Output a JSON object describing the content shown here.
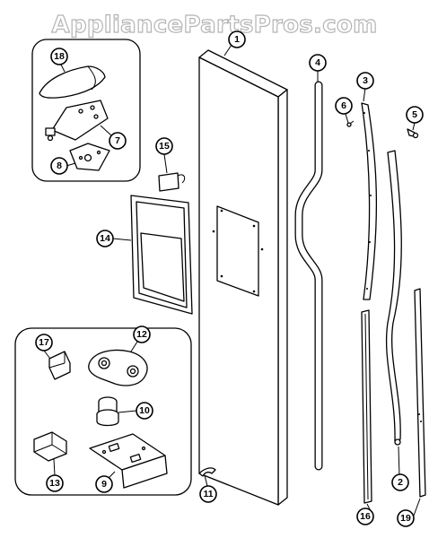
{
  "watermark": "AppliancePartsPros.com",
  "callouts": [
    {
      "id": "c1",
      "label": "1"
    },
    {
      "id": "c2",
      "label": "2"
    },
    {
      "id": "c3",
      "label": "3"
    },
    {
      "id": "c4",
      "label": "4"
    },
    {
      "id": "c5",
      "label": "5"
    },
    {
      "id": "c6",
      "label": "6"
    },
    {
      "id": "c7",
      "label": "7"
    },
    {
      "id": "c8",
      "label": "8"
    },
    {
      "id": "c9",
      "label": "9"
    },
    {
      "id": "c10",
      "label": "10"
    },
    {
      "id": "c11",
      "label": "11"
    },
    {
      "id": "c12",
      "label": "12"
    },
    {
      "id": "c13",
      "label": "13"
    },
    {
      "id": "c14",
      "label": "14"
    },
    {
      "id": "c15",
      "label": "15"
    },
    {
      "id": "c16",
      "label": "16"
    },
    {
      "id": "c17",
      "label": "17"
    },
    {
      "id": "c18",
      "label": "18"
    },
    {
      "id": "c19",
      "label": "19"
    }
  ]
}
